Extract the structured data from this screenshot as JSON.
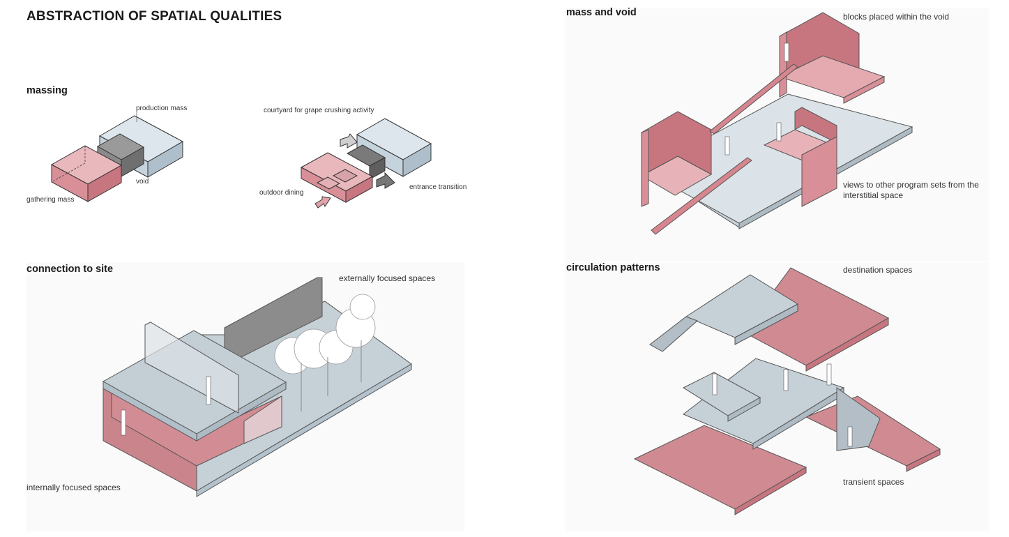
{
  "page": {
    "title": "ABSTRACTION OF SPATIAL QUALITIES"
  },
  "massing": {
    "title": "massing",
    "labels": {
      "production_mass": "production mass",
      "void": "void",
      "gathering_mass": "gathering mass",
      "courtyard": "courtyard for grape crushing activity",
      "outdoor_dining": "outdoor dining",
      "entrance_transition": "entrance transition"
    }
  },
  "mass_and_void": {
    "title": "mass and void",
    "labels": {
      "blocks": "blocks placed within the void",
      "views": "views to other program sets from the interstitial space"
    }
  },
  "connection": {
    "title": "connection to site",
    "labels": {
      "external": "externally focused spaces",
      "internal": "internally focused spaces"
    }
  },
  "circulation": {
    "title": "circulation patterns",
    "labels": {
      "destination": "destination spaces",
      "transient": "transient spaces"
    }
  },
  "colors": {
    "pink": "#d98f97",
    "blue_grey": "#c5d3dc",
    "dark_void": "#6f6f6f"
  }
}
